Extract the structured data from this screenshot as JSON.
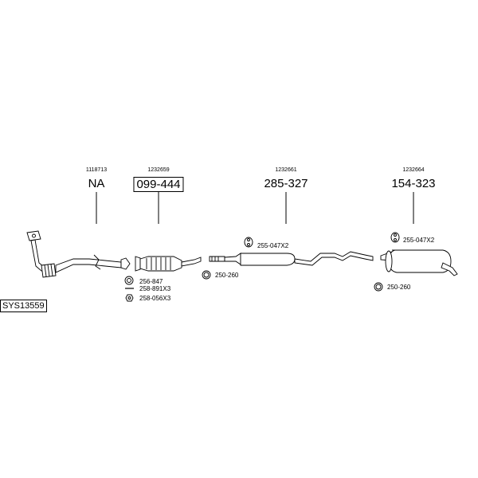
{
  "system_id": "SYS13559",
  "groups": [
    {
      "ref": "1118713",
      "part_no": "NA",
      "boxed": false
    },
    {
      "ref": "1232659",
      "part_no": "099-444",
      "boxed": true
    },
    {
      "ref": "1232661",
      "part_no": "285-327",
      "boxed": false
    },
    {
      "ref": "1232664",
      "part_no": "154-323",
      "boxed": false
    }
  ],
  "accessories": {
    "cat_gasket": "256-847",
    "cat_bolt": "258-891X3",
    "cat_nut": "258-056X3",
    "mid_hanger": "255-047X2",
    "mid_clamp": "250-260",
    "rear_hanger": "255-047X2",
    "rear_clamp": "250-260"
  }
}
